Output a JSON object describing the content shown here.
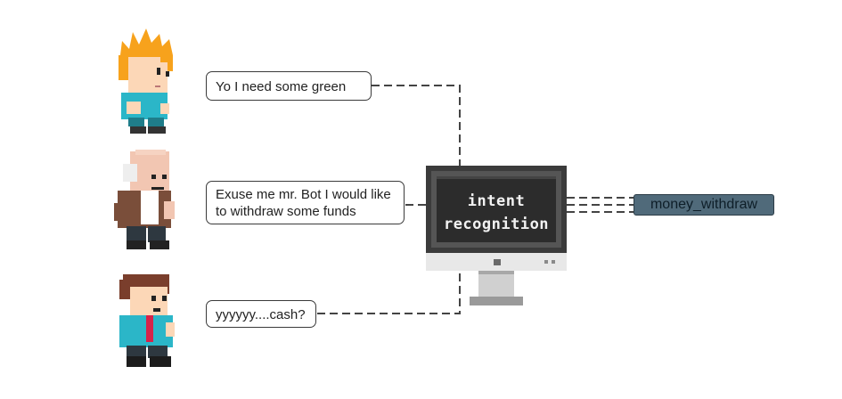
{
  "diagram": {
    "speakers": [
      {
        "character": "young-spiky-hair-character",
        "utterance": "Yo I need some green"
      },
      {
        "character": "old-bald-character",
        "utterance": "Exuse me mr. Bot I would like to withdraw some funds",
        "lines": [
          "Exuse me mr. Bot I would like",
          "to withdraw some funds"
        ]
      },
      {
        "character": "brown-hair-tie-character",
        "utterance": "yyyyyy....cash?"
      }
    ],
    "computer": {
      "screen_lines": [
        "intent",
        "recognition"
      ]
    },
    "output": {
      "intent": "money_withdraw"
    },
    "colors": {
      "connector": "#444444",
      "monitor_frame": "#3b3b3b",
      "screen": "#2c2c2c",
      "output_bg": "#506a7a"
    }
  }
}
